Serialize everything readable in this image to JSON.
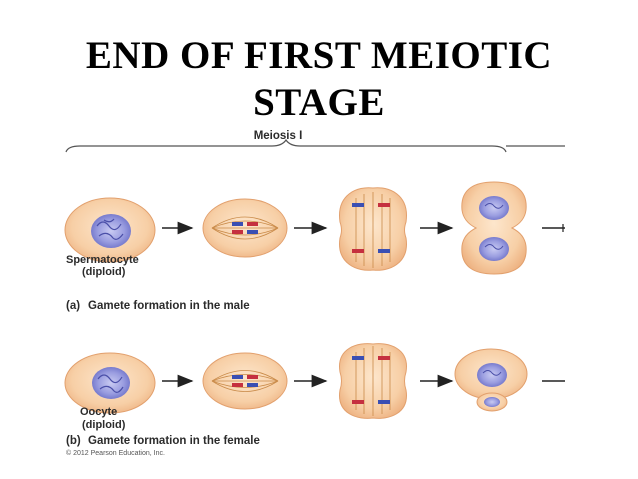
{
  "slide": {
    "title_line1": "END OF FIRST MEIOTIC",
    "title_line2": "STAGE"
  },
  "figure": {
    "bracket_label": "Meiosis I",
    "male": {
      "cell_label_line1": "Spermatocyte",
      "cell_label_line2": "(diploid)",
      "caption_letter": "(a)",
      "caption_text": "Gamete formation in the male"
    },
    "female": {
      "cell_label_line1": "Oocyte",
      "cell_label_line2": "(diploid)",
      "caption_letter": "(b)",
      "caption_text": "Gamete formation in the female"
    },
    "copyright": "© 2012 Pearson Education, Inc.",
    "colors": {
      "cytoplasm": "#f7cfa6",
      "cytoplasm_edge": "#e9a978",
      "nucleus": "#8d90d8",
      "spindle": "#c98a48",
      "chromosome_blue": "#3a4fb3",
      "chromosome_red": "#c5303f"
    }
  }
}
